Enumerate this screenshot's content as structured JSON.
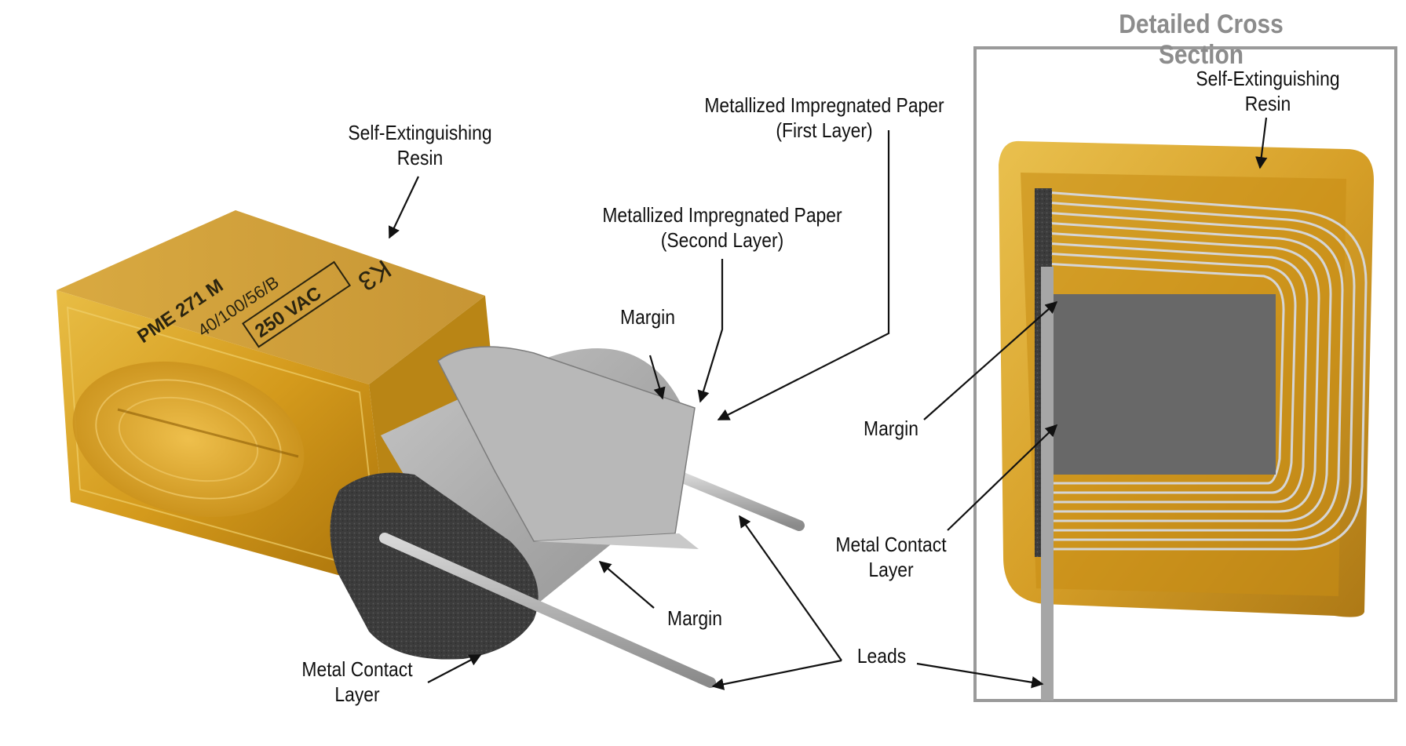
{
  "section_title": "Detailed Cross Section",
  "case_print": {
    "model": "PME 271 M",
    "code": "40/100/56/B",
    "voltage": "250 VAC",
    "logo": "K3"
  },
  "labels": {
    "resin_left": [
      "Self-Extinguishing",
      "Resin"
    ],
    "paper_first": [
      "Metallized Impregnated Paper",
      "(First Layer)"
    ],
    "paper_second": [
      "Metallized Impregnated Paper",
      "(Second Layer)"
    ],
    "margin_top": "Margin",
    "margin_bottom": "Margin",
    "metal_contact_left": [
      "Metal Contact",
      "Layer"
    ],
    "leads": "Leads",
    "resin_right": [
      "Self-Extinguishing",
      "Resin"
    ],
    "margin_right": "Margin",
    "metal_contact_right": [
      "Metal Contact",
      "Layer"
    ]
  },
  "colors": {
    "resin": "#d9a21e",
    "resin_dark": "#a8760c",
    "metal": "#a9a9a9",
    "contact": "#3f3f3f",
    "frame": "#9a9a9a"
  }
}
